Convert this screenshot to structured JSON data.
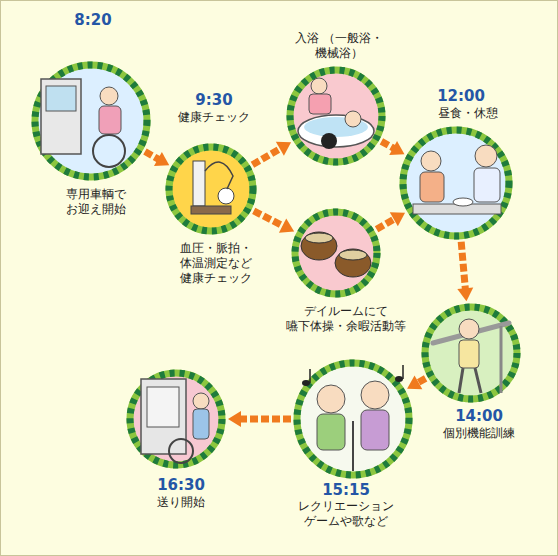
{
  "diagram": {
    "nodes": [
      {
        "text": [
          "8:20",
          "専用車輌で お迎え開始"
        ]
      },
      {
        "text": [
          "9:30",
          "健康チェック",
          "血圧・脈拍・ 体温測定など 健康チェック"
        ]
      },
      {
        "text": [
          "入浴 （一般浴・機械浴）"
        ]
      },
      {
        "text": [
          "デイルームにて 嚥下体操・余暇活動等"
        ]
      },
      {
        "text": [
          "12:00",
          "昼食・休憩"
        ]
      },
      {
        "text": [
          "14:00",
          "個別機能訓練"
        ]
      },
      {
        "text": [
          "15:15",
          "レクリエーション ゲームや歌など"
        ]
      },
      {
        "text": [
          "16:30",
          "送り開始"
        ]
      }
    ],
    "edges": [
      {
        "from": 0,
        "to": 1,
        "arrow": "to"
      },
      {
        "from": 1,
        "to": 2,
        "arrow": "to"
      },
      {
        "from": 1,
        "to": 3,
        "arrow": "to"
      },
      {
        "from": 2,
        "to": 4,
        "arrow": "to"
      },
      {
        "from": 3,
        "to": 4,
        "arrow": "to"
      },
      {
        "from": 4,
        "to": 5,
        "arrow": "to"
      },
      {
        "from": 5,
        "to": 6,
        "arrow": "to"
      },
      {
        "from": 6,
        "to": 7,
        "arrow": "to"
      }
    ]
  }
}
